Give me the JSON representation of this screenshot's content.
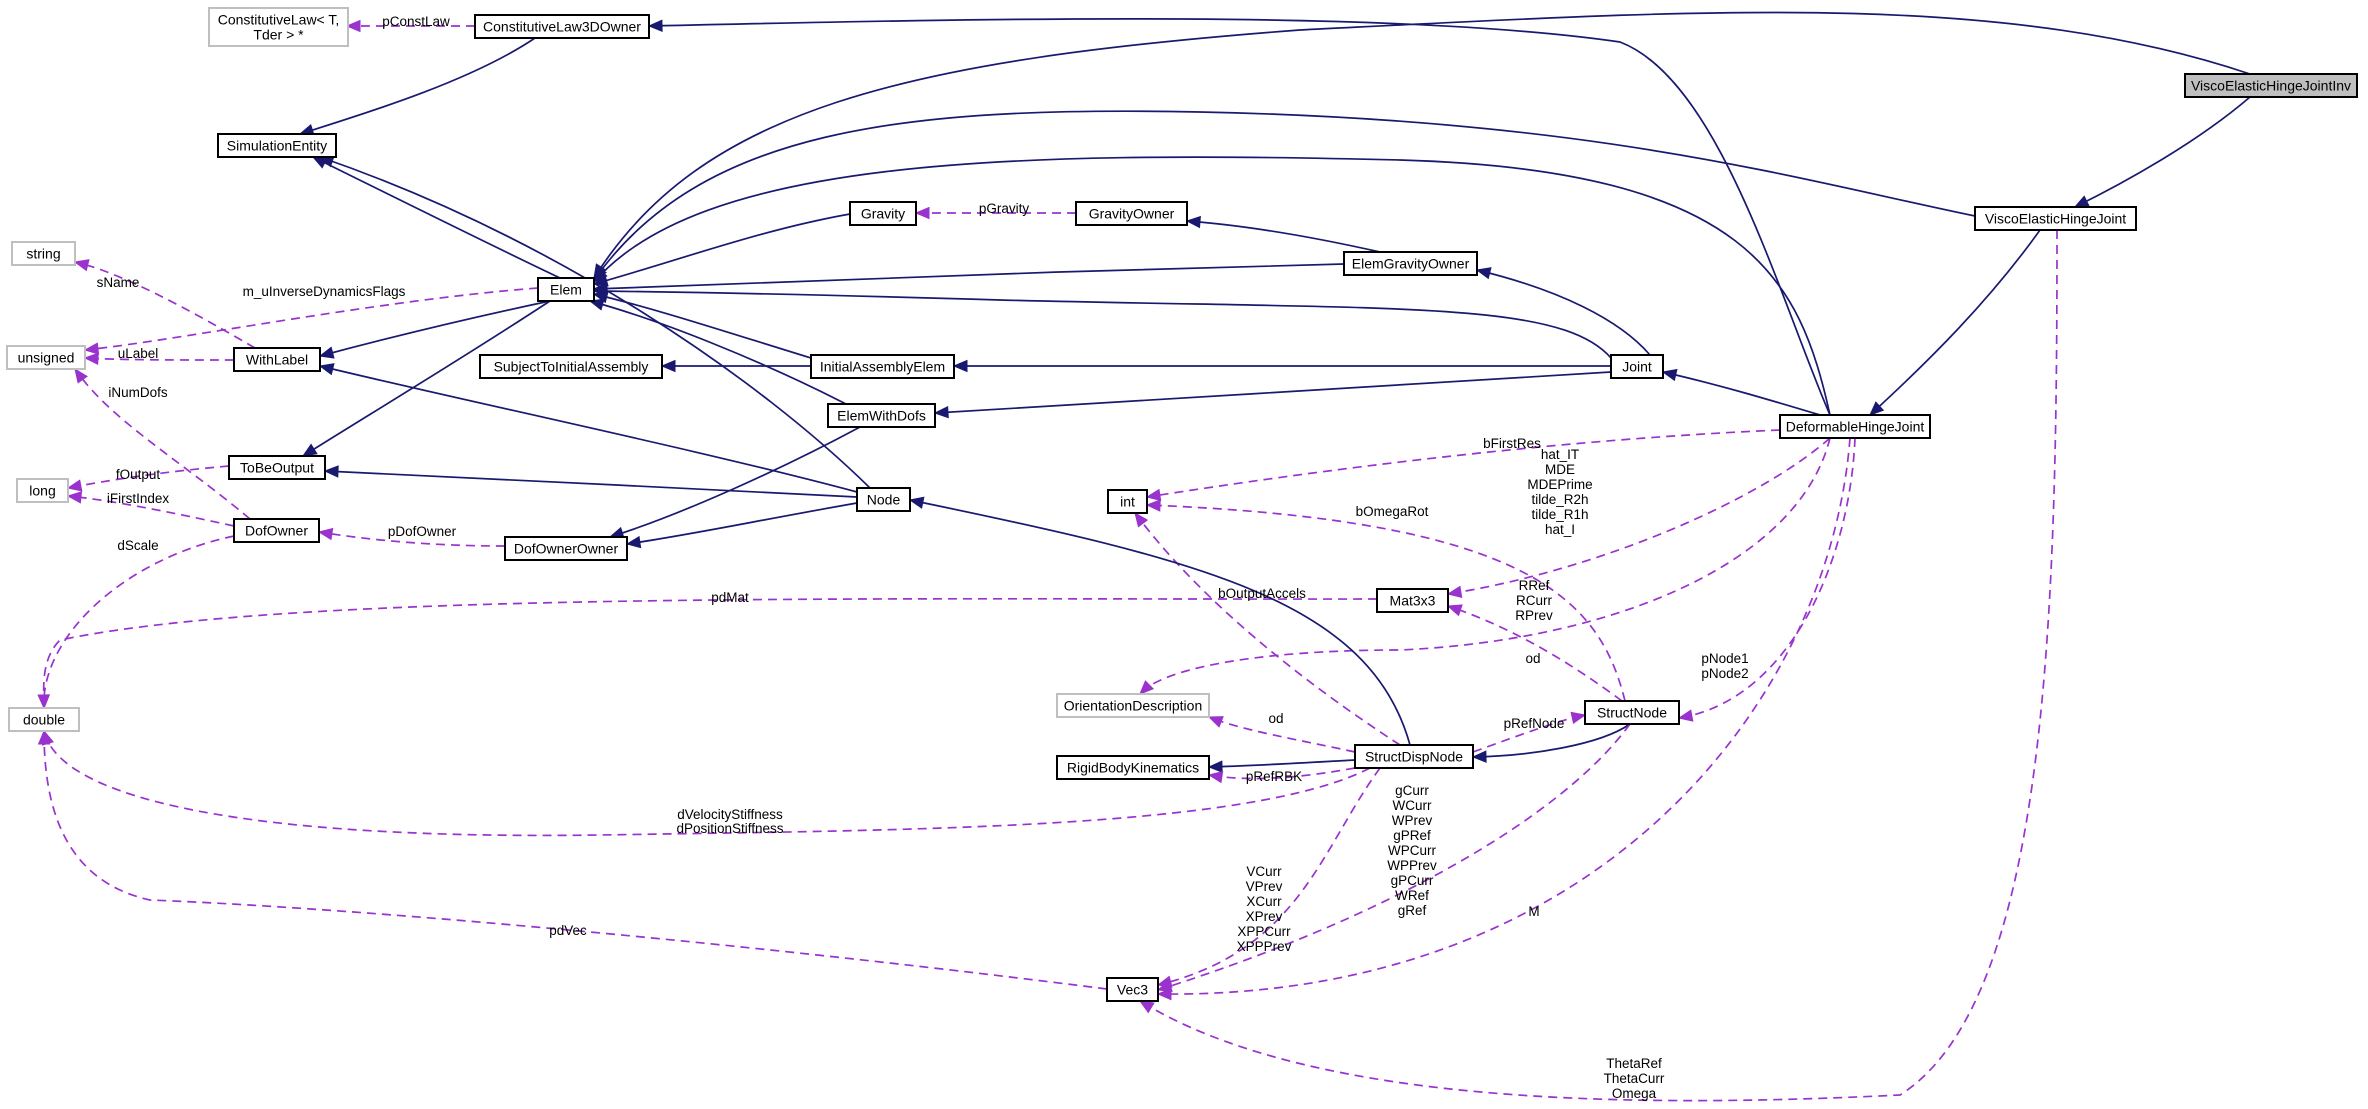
{
  "nodes": {
    "ConstitutiveLawT": {
      "lines": [
        "ConstitutiveLaw< T,",
        "Tder > *"
      ],
      "style": "gray"
    },
    "ConstitutiveLaw3DOwner": {
      "lines": [
        "ConstitutiveLaw3DOwner"
      ],
      "style": "solid"
    },
    "SimulationEntity": {
      "lines": [
        "SimulationEntity"
      ],
      "style": "solid"
    },
    "string": {
      "lines": [
        "string"
      ],
      "style": "gray"
    },
    "unsigned": {
      "lines": [
        "unsigned"
      ],
      "style": "gray"
    },
    "long": {
      "lines": [
        "long"
      ],
      "style": "gray"
    },
    "double": {
      "lines": [
        "double"
      ],
      "style": "gray"
    },
    "Elem": {
      "lines": [
        "Elem"
      ],
      "style": "solid"
    },
    "WithLabel": {
      "lines": [
        "WithLabel"
      ],
      "style": "solid"
    },
    "ToBeOutput": {
      "lines": [
        "ToBeOutput"
      ],
      "style": "solid"
    },
    "DofOwner": {
      "lines": [
        "DofOwner"
      ],
      "style": "solid"
    },
    "Gravity": {
      "lines": [
        "Gravity"
      ],
      "style": "solid"
    },
    "GravityOwner": {
      "lines": [
        "GravityOwner"
      ],
      "style": "solid"
    },
    "SubjectToInitialAssembly": {
      "lines": [
        "SubjectToInitialAssembly"
      ],
      "style": "solid"
    },
    "InitialAssemblyElem": {
      "lines": [
        "InitialAssemblyElem"
      ],
      "style": "solid"
    },
    "ElemWithDofs": {
      "lines": [
        "ElemWithDofs"
      ],
      "style": "solid"
    },
    "Node": {
      "lines": [
        "Node"
      ],
      "style": "solid"
    },
    "DofOwnerOwner": {
      "lines": [
        "DofOwnerOwner"
      ],
      "style": "solid"
    },
    "ElemGravityOwner": {
      "lines": [
        "ElemGravityOwner"
      ],
      "style": "solid"
    },
    "Joint": {
      "lines": [
        "Joint"
      ],
      "style": "solid"
    },
    "int": {
      "lines": [
        "int"
      ],
      "style": "solid"
    },
    "Mat3x3": {
      "lines": [
        "Mat3x3"
      ],
      "style": "solid"
    },
    "OrientationDescription": {
      "lines": [
        "OrientationDescription"
      ],
      "style": "gray"
    },
    "RigidBodyKinematics": {
      "lines": [
        "RigidBodyKinematics"
      ],
      "style": "solid"
    },
    "StructDispNode": {
      "lines": [
        "StructDispNode"
      ],
      "style": "solid"
    },
    "StructNode": {
      "lines": [
        "StructNode"
      ],
      "style": "solid"
    },
    "Vec3": {
      "lines": [
        "Vec3"
      ],
      "style": "solid"
    },
    "DeformableHingeJoint": {
      "lines": [
        "DeformableHingeJoint"
      ],
      "style": "solid"
    },
    "ViscoElasticHingeJoint": {
      "lines": [
        "ViscoElasticHingeJoint"
      ],
      "style": "solid"
    },
    "ViscoElasticHingeJointInv": {
      "lines": [
        "ViscoElasticHingeJointInv"
      ],
      "style": "current"
    }
  },
  "edges": [
    {
      "id": "cl_to_clowner",
      "kind": "usage",
      "from": "ConstitutiveLaw3DOwner",
      "to": "ConstitutiveLawT",
      "label": [
        "pConstLaw"
      ]
    },
    {
      "id": "clowner_to_sim",
      "kind": "inherit",
      "from": "ConstitutiveLaw3DOwner",
      "to": "SimulationEntity"
    },
    {
      "id": "dhj_to_clowner",
      "kind": "inherit",
      "from": "DeformableHingeJoint",
      "to": "ConstitutiveLaw3DOwner"
    },
    {
      "id": "elem_to_sim",
      "kind": "inherit",
      "from": "Elem",
      "to": "SimulationEntity"
    },
    {
      "id": "node_to_sim",
      "kind": "inherit",
      "from": "Node",
      "to": "SimulationEntity"
    },
    {
      "id": "withlabel_to_string",
      "kind": "usage",
      "from": "WithLabel",
      "to": "string",
      "label": [
        "sName"
      ]
    },
    {
      "id": "elem_to_unsigned",
      "kind": "usage",
      "from": "Elem",
      "to": "unsigned",
      "label": [
        "m_uInverseDynamicsFlags"
      ]
    },
    {
      "id": "withlabel_to_unsigned",
      "kind": "usage",
      "from": "WithLabel",
      "to": "unsigned",
      "label": [
        "uLabel"
      ]
    },
    {
      "id": "dofowner_to_unsigned",
      "kind": "usage",
      "from": "DofOwner",
      "to": "unsigned",
      "label": [
        "iNumDofs"
      ]
    },
    {
      "id": "tobeoutput_to_long",
      "kind": "usage",
      "from": "ToBeOutput",
      "to": "long",
      "label": [
        "fOutput"
      ]
    },
    {
      "id": "dofowner_to_long",
      "kind": "usage",
      "from": "DofOwner",
      "to": "long",
      "label": [
        "iFirstIndex"
      ]
    },
    {
      "id": "dofowner_to_double",
      "kind": "usage",
      "from": "DofOwner",
      "to": "double",
      "label": [
        "dScale"
      ]
    },
    {
      "id": "elem_to_withlabel",
      "kind": "inherit",
      "from": "Elem",
      "to": "WithLabel"
    },
    {
      "id": "elem_to_tobeoutput",
      "kind": "inherit",
      "from": "Elem",
      "to": "ToBeOutput"
    },
    {
      "id": "node_to_withlabel",
      "kind": "inherit",
      "from": "Node",
      "to": "WithLabel"
    },
    {
      "id": "node_to_tobeoutput",
      "kind": "inherit",
      "from": "Node",
      "to": "ToBeOutput"
    },
    {
      "id": "dofownerowner_to_dofowner",
      "kind": "usage",
      "from": "DofOwnerOwner",
      "to": "DofOwner",
      "label": [
        "pDofOwner"
      ]
    },
    {
      "id": "gravityowner_to_gravity",
      "kind": "usage",
      "from": "GravityOwner",
      "to": "Gravity",
      "label": [
        "pGravity"
      ]
    },
    {
      "id": "gravity_to_elem",
      "kind": "inherit",
      "from": "Gravity",
      "to": "Elem"
    },
    {
      "id": "ega_to_elem",
      "kind": "inherit",
      "from": "ElemGravityOwner",
      "to": "Elem"
    },
    {
      "id": "ega_to_gravityowner",
      "kind": "inherit",
      "from": "ElemGravityOwner",
      "to": "GravityOwner"
    },
    {
      "id": "iae_to_elem",
      "kind": "inherit",
      "from": "InitialAssemblyElem",
      "to": "Elem"
    },
    {
      "id": "iae_to_sti",
      "kind": "inherit",
      "from": "InitialAssemblyElem",
      "to": "SubjectToInitialAssembly"
    },
    {
      "id": "ewd_to_elem",
      "kind": "inherit",
      "from": "ElemWithDofs",
      "to": "Elem"
    },
    {
      "id": "ewd_to_dofownerowner",
      "kind": "inherit",
      "from": "ElemWithDofs",
      "to": "DofOwnerOwner"
    },
    {
      "id": "node_to_dofownerowner",
      "kind": "inherit",
      "from": "Node",
      "to": "DofOwnerOwner"
    },
    {
      "id": "joint_to_elem",
      "kind": "inherit",
      "from": "Joint",
      "to": "Elem"
    },
    {
      "id": "joint_to_ega",
      "kind": "inherit",
      "from": "Joint",
      "to": "ElemGravityOwner"
    },
    {
      "id": "joint_to_iae",
      "kind": "inherit",
      "from": "Joint",
      "to": "InitialAssemblyElem"
    },
    {
      "id": "joint_to_ewd",
      "kind": "inherit",
      "from": "Joint",
      "to": "ElemWithDofs"
    },
    {
      "id": "dhj_to_joint",
      "kind": "inherit",
      "from": "DeformableHingeJoint",
      "to": "Joint"
    },
    {
      "id": "dhj_to_elem",
      "kind": "inherit",
      "from": "DeformableHingeJoint",
      "to": "Elem"
    },
    {
      "id": "vehj_to_elem",
      "kind": "inherit",
      "from": "ViscoElasticHingeJoint",
      "to": "Elem"
    },
    {
      "id": "vehji_to_elem",
      "kind": "inherit",
      "from": "ViscoElasticHingeJointInv",
      "to": "Elem"
    },
    {
      "id": "vehj_to_dhj",
      "kind": "inherit",
      "from": "ViscoElasticHingeJoint",
      "to": "DeformableHingeJoint"
    },
    {
      "id": "vehji_to_vehj",
      "kind": "inherit",
      "from": "ViscoElasticHingeJointInv",
      "to": "ViscoElasticHingeJoint"
    },
    {
      "id": "dhj_to_int",
      "kind": "usage",
      "from": "DeformableHingeJoint",
      "to": "int",
      "label": [
        "bFirstRes"
      ]
    },
    {
      "id": "structnode_to_int",
      "kind": "usage",
      "from": "StructNode",
      "to": "int",
      "label": [
        "bOmegaRot"
      ]
    },
    {
      "id": "sdn_to_int",
      "kind": "usage",
      "from": "StructDispNode",
      "to": "int",
      "label": [
        "bOutputAccels"
      ]
    },
    {
      "id": "dhj_to_mat",
      "kind": "usage",
      "from": "DeformableHingeJoint",
      "to": "Mat3x3",
      "label": [
        "hat_IT",
        "MDE",
        "MDEPrime",
        "tilde_R2h",
        "tilde_R1h",
        "hat_I"
      ]
    },
    {
      "id": "structnode_to_mat",
      "kind": "usage",
      "from": "StructNode",
      "to": "Mat3x3",
      "label": [
        "RRef",
        "RCurr",
        "RPrev"
      ]
    },
    {
      "id": "mat_to_double",
      "kind": "usage",
      "from": "Mat3x3",
      "to": "double",
      "label": [
        "pdMat"
      ]
    },
    {
      "id": "dhj_to_od",
      "kind": "usage",
      "from": "DeformableHingeJoint",
      "to": "OrientationDescription",
      "label": [
        "od"
      ]
    },
    {
      "id": "sdn_to_od",
      "kind": "usage",
      "from": "StructDispNode",
      "to": "OrientationDescription",
      "label": [
        "od"
      ]
    },
    {
      "id": "sdn_to_node",
      "kind": "inherit",
      "from": "StructDispNode",
      "to": "Node"
    },
    {
      "id": "sdn_to_rbk",
      "kind": "inherit",
      "from": "StructDispNode",
      "to": "RigidBodyKinematics"
    },
    {
      "id": "sdn_to_rbk_usage",
      "kind": "usage",
      "from": "StructDispNode",
      "to": "RigidBodyKinematics",
      "label": [
        "pRefRBK"
      ]
    },
    {
      "id": "sdn_to_structnode",
      "kind": "usage",
      "from": "StructDispNode",
      "to": "StructNode",
      "label": [
        "pRefNode"
      ]
    },
    {
      "id": "structnode_to_sdn",
      "kind": "inherit",
      "from": "StructNode",
      "to": "StructDispNode"
    },
    {
      "id": "dhj_to_structnode",
      "kind": "usage",
      "from": "DeformableHingeJoint",
      "to": "StructNode",
      "label": [
        "pNode1",
        "pNode2"
      ]
    },
    {
      "id": "sdn_to_double",
      "kind": "usage",
      "from": "StructDispNode",
      "to": "double",
      "label": [
        "dVelocityStiffness",
        "dPositionStiffness"
      ]
    },
    {
      "id": "sdn_to_vec3",
      "kind": "usage",
      "from": "StructDispNode",
      "to": "Vec3",
      "label": [
        "VCurr",
        "VPrev",
        "XCurr",
        "XPrev",
        "XPPCurr",
        "XPPPrev"
      ]
    },
    {
      "id": "structnode_to_vec3",
      "kind": "usage",
      "from": "StructNode",
      "to": "Vec3",
      "label": [
        "gCurr",
        "WCurr",
        "WPrev",
        "gPRef",
        "WPCurr",
        "WPPrev",
        "gPCurr",
        "WRef",
        "gRef"
      ]
    },
    {
      "id": "dhj_to_vec3",
      "kind": "usage",
      "from": "DeformableHingeJoint",
      "to": "Vec3",
      "label": [
        "M"
      ]
    },
    {
      "id": "vec3_to_double",
      "kind": "usage",
      "from": "Vec3",
      "to": "double",
      "label": [
        "pdVec"
      ]
    },
    {
      "id": "vehj_to_vec3",
      "kind": "usage",
      "from": "ViscoElasticHingeJoint",
      "to": "Vec3",
      "label": [
        "ThetaRef",
        "ThetaCurr",
        "Omega"
      ]
    }
  ]
}
